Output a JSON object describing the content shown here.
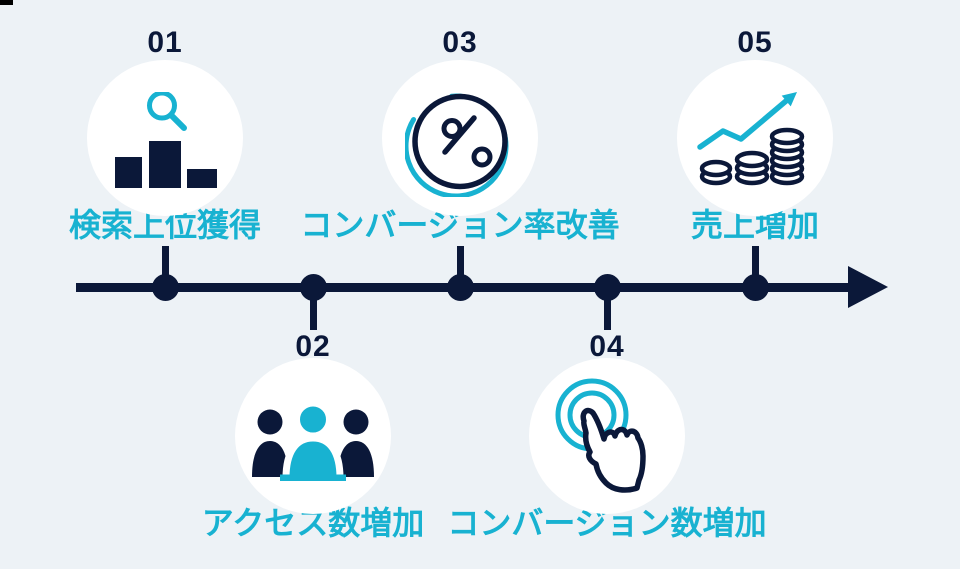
{
  "colors": {
    "background": "#EDF2F6",
    "navy": "#0B1839",
    "cyan": "#18B2D1",
    "circle_fill": "#FFFFFF"
  },
  "diagram": {
    "type": "process-timeline",
    "direction": "left-to-right",
    "step_count": 5
  },
  "steps": [
    {
      "number": "01",
      "label": "検索上位獲得",
      "icon": "search-ranking-icon",
      "row": "top"
    },
    {
      "number": "02",
      "label": "アクセス数増加",
      "icon": "users-icon",
      "row": "bottom"
    },
    {
      "number": "03",
      "label": "コンバージョン率改善",
      "icon": "percent-icon",
      "row": "top"
    },
    {
      "number": "04",
      "label": "コンバージョン数増加",
      "icon": "tap-icon",
      "row": "bottom"
    },
    {
      "number": "05",
      "label": "売上増加",
      "icon": "sales-growth-icon",
      "row": "top"
    }
  ]
}
